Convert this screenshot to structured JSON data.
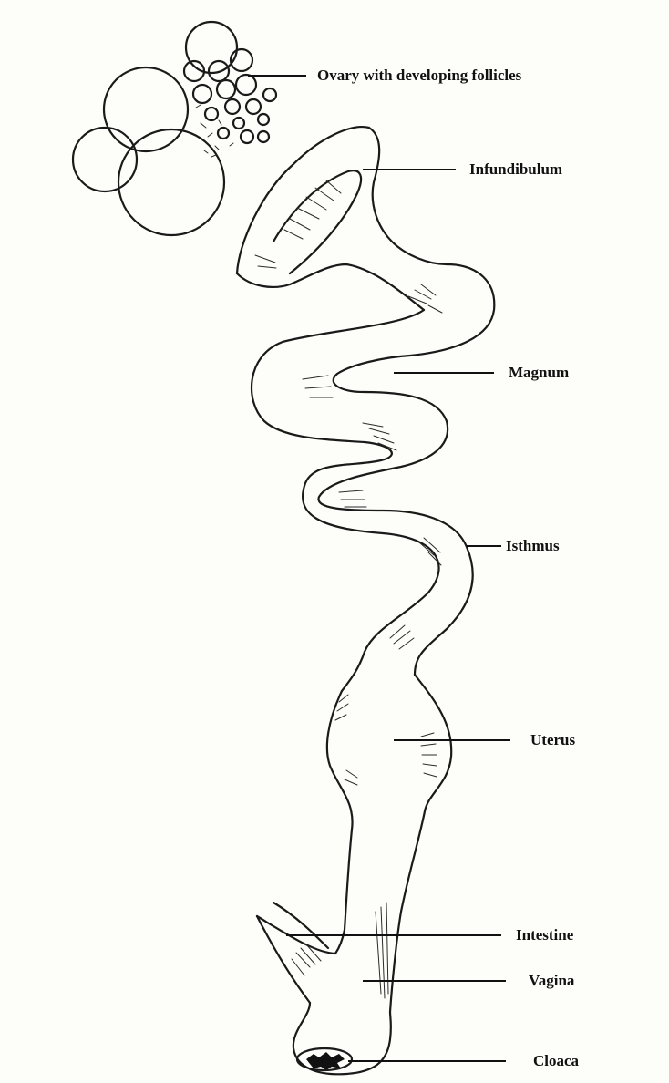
{
  "labels": {
    "ovary": "Ovary with developing follicles",
    "infundibulum": "Infundibulum",
    "magnum": "Magnum",
    "isthmus": "Isthmus",
    "uterus": "Uterus",
    "intestine": "Intestine",
    "vagina": "Vagina",
    "cloaca": "Cloaca"
  },
  "colors": {
    "background": "#fdfdf9",
    "ink": "#1a1a1a"
  }
}
